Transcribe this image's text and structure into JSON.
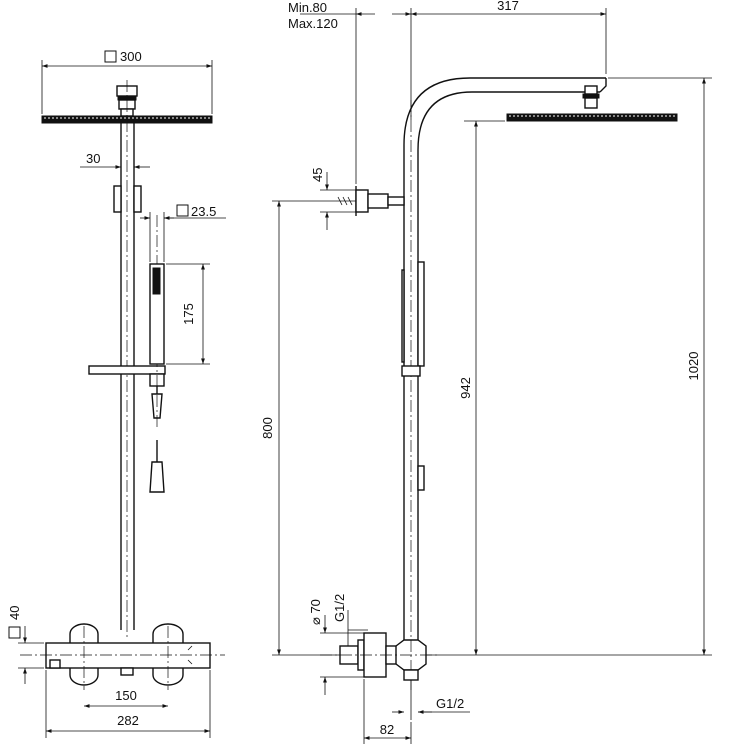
{
  "dimensions": {
    "head_size": "300",
    "bar_diameter": "30",
    "handshower_size": "23.5",
    "handshower_length": "175",
    "mixer_height": "40",
    "inlet_spacing": "150",
    "mixer_width": "282",
    "arm_min": "Min.80",
    "arm_max": "Max.120",
    "arm_reach": "317",
    "bracket_size": "45",
    "bracket_height": "800",
    "slide_height": "942",
    "total_height": "1020",
    "knob_diameter": "70",
    "inlet_thread": "G1/2",
    "outlet_thread": "G1/2",
    "wall_offset": "82"
  }
}
